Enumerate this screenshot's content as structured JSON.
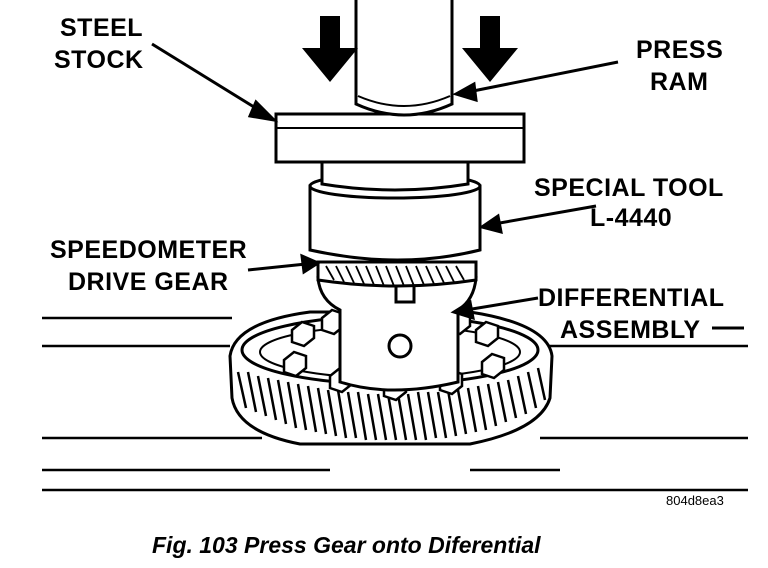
{
  "labels": {
    "steel_stock_1": "STEEL",
    "steel_stock_2": "STOCK",
    "press_ram_1": "PRESS",
    "press_ram_2": "RAM",
    "special_tool_1": "SPECIAL TOOL",
    "special_tool_2": "L-4440",
    "speedo_1": "SPEEDOMETER",
    "speedo_2": "DRIVE GEAR",
    "diff_1": "DIFFERENTIAL",
    "diff_2": "ASSEMBLY"
  },
  "image_code": "804d8ea3",
  "caption": "Fig. 103 Press Gear onto Diferential"
}
